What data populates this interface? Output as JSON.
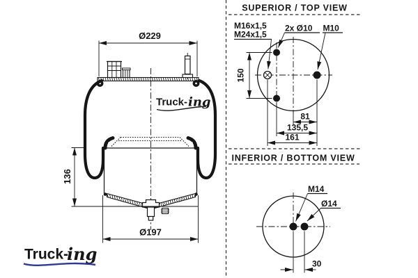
{
  "brand": {
    "word": "Truck-",
    "suffix": "ing",
    "colors": {
      "navy": "#2b3a92",
      "orange": "#f07d26",
      "ink": "#161616"
    }
  },
  "side_view": {
    "dim_top_diameter": "Ø229",
    "dim_height": "136",
    "dim_bottom_diameter": "Ø197"
  },
  "top_view": {
    "title": "SUPERIOR / TOP VIEW",
    "label_port_line1": "M16x1,5",
    "label_port_line2": "M24x1,5",
    "label_holes": "2x Ø10",
    "label_stud": "M10",
    "dim_spacing": "150",
    "dim_81": "81",
    "dim_135": "135,5",
    "dim_161": "161"
  },
  "bottom_view": {
    "title": "INFERIOR / BOTTOM VIEW",
    "label_stud": "M14",
    "label_pin": "Ø14",
    "dim_offset": "30"
  }
}
